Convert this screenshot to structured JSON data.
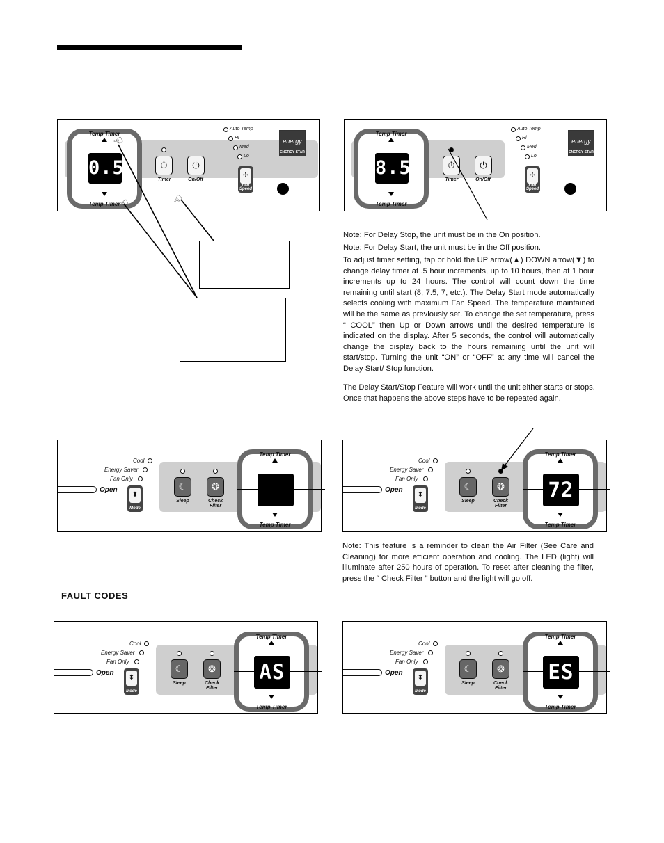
{
  "panels": {
    "ring_top_label": "Temp Timer",
    "ring_bottom_label": "Temp Timer",
    "timer_label": "Timer",
    "onoff_label": "On/Off",
    "fan_label": "Fan Speed",
    "fan_leds": [
      "Auto Temp",
      "Hi",
      "Med",
      "Lo"
    ],
    "energy_star_label": "ENERGY STAR",
    "energy_star_script": "energy",
    "mode_leds": [
      "Cool",
      "Energy Saver",
      "Fan Only"
    ],
    "open_label": "Open",
    "mode_label": "Mode",
    "sleep_label": "Sleep",
    "check_filter_label": "Check Filter"
  },
  "displays": {
    "panel1": "0.5",
    "panel2": "8.5",
    "panel3": "",
    "panel4": "72",
    "panel5": "AS",
    "panel6": "ES"
  },
  "led_states": {
    "panel2_timer_led": "on",
    "panel4_check_filter_led": "on"
  },
  "notes": {
    "delay_stop": "Note: For Delay Stop, the unit must be in the On position.",
    "delay_start": "Note: For Delay Start, the unit must be in the Off position.",
    "adjust_text": "To adjust timer setting, tap or hold the UP arrow(▲) DOWN arrow(▼) to change delay timer at .5 hour increments, up to 10 hours, then at 1 hour increments up to 24 hours. The control will count down the time remaining until start (8, 7.5, 7, etc.). The Delay Start mode automatically selects cooling with maximum Fan Speed. The temperature maintained will be the same as previously set. To change the set temperature, press “ COOL” then Up or Down arrows until the desired temperature is indicated on the display. After 5 seconds, the control will automatically change the display back to the hours remaining until the unit will start/stop. Turning the unit “ON” or “OFF”  at any time will cancel the Delay Start/ Stop function.",
    "repeat_text": "The Delay Start/Stop Feature will work until the unit either starts or stops. Once that happens the above steps have to be repeated again.",
    "filter_note": "Note: This feature is a reminder to clean the Air Filter (See Care and Cleaning) for more efficient operation and cooling. The LED (light) will illuminate after 250 hours of operation. To reset after cleaning the filter, press the “ Check Filter ” button and the light will go off."
  },
  "fault_codes_heading": "FAULT CODES"
}
